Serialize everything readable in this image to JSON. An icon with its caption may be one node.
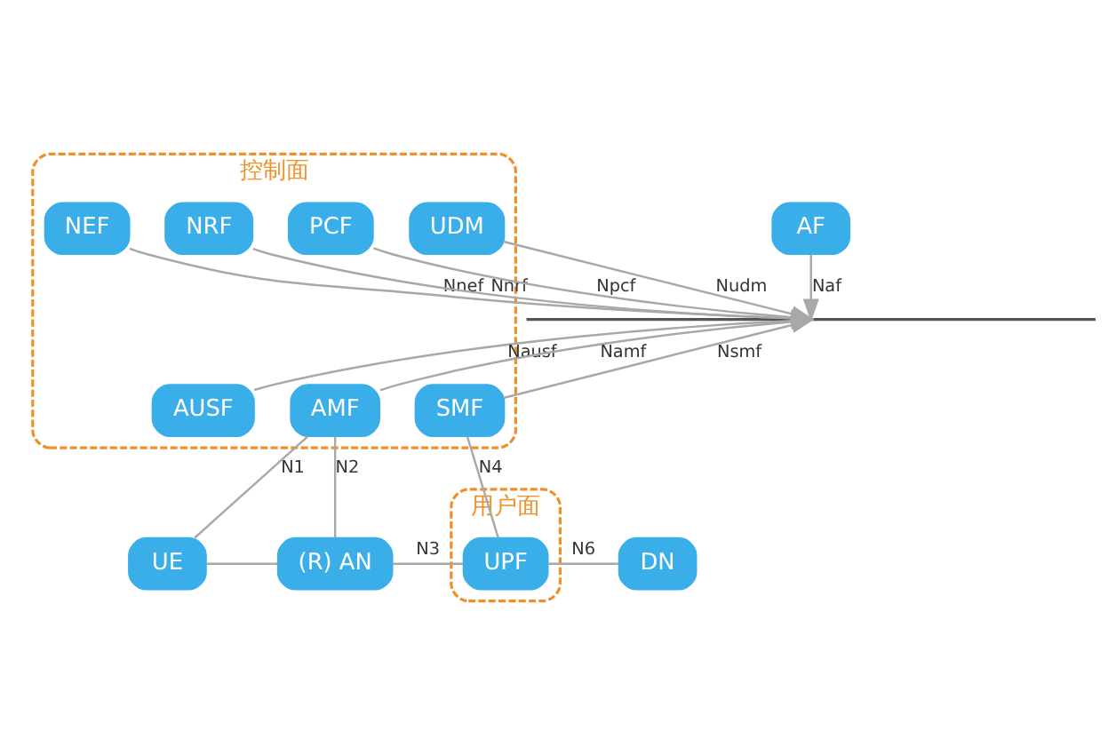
{
  "diagram": {
    "nodes": [
      {
        "text": [
          "控制面"
        ]
      },
      {
        "text": [
          "NEF"
        ],
        "in": 0
      },
      {
        "text": [
          "NRF"
        ],
        "in": 0
      },
      {
        "text": [
          "PCF"
        ],
        "in": 0
      },
      {
        "text": [
          "UDM"
        ],
        "in": 0
      },
      {
        "text": [
          "AF"
        ]
      },
      {
        "text": [],
        "shape": "bar"
      },
      {
        "text": [
          "AUSF"
        ],
        "in": 0
      },
      {
        "text": [
          "AMF"
        ],
        "in": 0
      },
      {
        "text": [
          "SMF"
        ],
        "in": 0
      },
      {
        "text": [
          "用户面"
        ]
      },
      {
        "text": [
          "UE"
        ]
      },
      {
        "text": [
          "(R) AN"
        ]
      },
      {
        "text": [
          "UPF"
        ],
        "in": 10
      },
      {
        "text": [
          "DN"
        ]
      }
    ],
    "edges": [
      {
        "from": 1,
        "to": 6,
        "arrow": "to",
        "label": "Nnef"
      },
      {
        "from": 2,
        "to": 6,
        "arrow": "to",
        "label": "Nnrf"
      },
      {
        "from": 3,
        "to": 6,
        "arrow": "to",
        "label": "Npcf"
      },
      {
        "from": 4,
        "to": 6,
        "arrow": "to",
        "label": "Nudm"
      },
      {
        "from": 5,
        "to": 6,
        "arrow": "to",
        "label": "Naf"
      },
      {
        "from": 7,
        "to": 6,
        "arrow": "to",
        "label": "Nausf"
      },
      {
        "from": 8,
        "to": 6,
        "arrow": "to",
        "label": "Namf"
      },
      {
        "from": 9,
        "to": 6,
        "arrow": "to",
        "label": "Nsmf"
      },
      {
        "from": 8,
        "to": 11,
        "arrow": "none",
        "label": "N1"
      },
      {
        "from": 8,
        "to": 12,
        "arrow": "none",
        "label": "N2"
      },
      {
        "from": 9,
        "to": 13,
        "arrow": "none",
        "label": "N4"
      },
      {
        "from": 11,
        "to": 12,
        "arrow": "none"
      },
      {
        "from": 12,
        "to": 13,
        "arrow": "none",
        "label": "N3"
      },
      {
        "from": 13,
        "to": 14,
        "arrow": "none",
        "label": "N6"
      }
    ]
  }
}
